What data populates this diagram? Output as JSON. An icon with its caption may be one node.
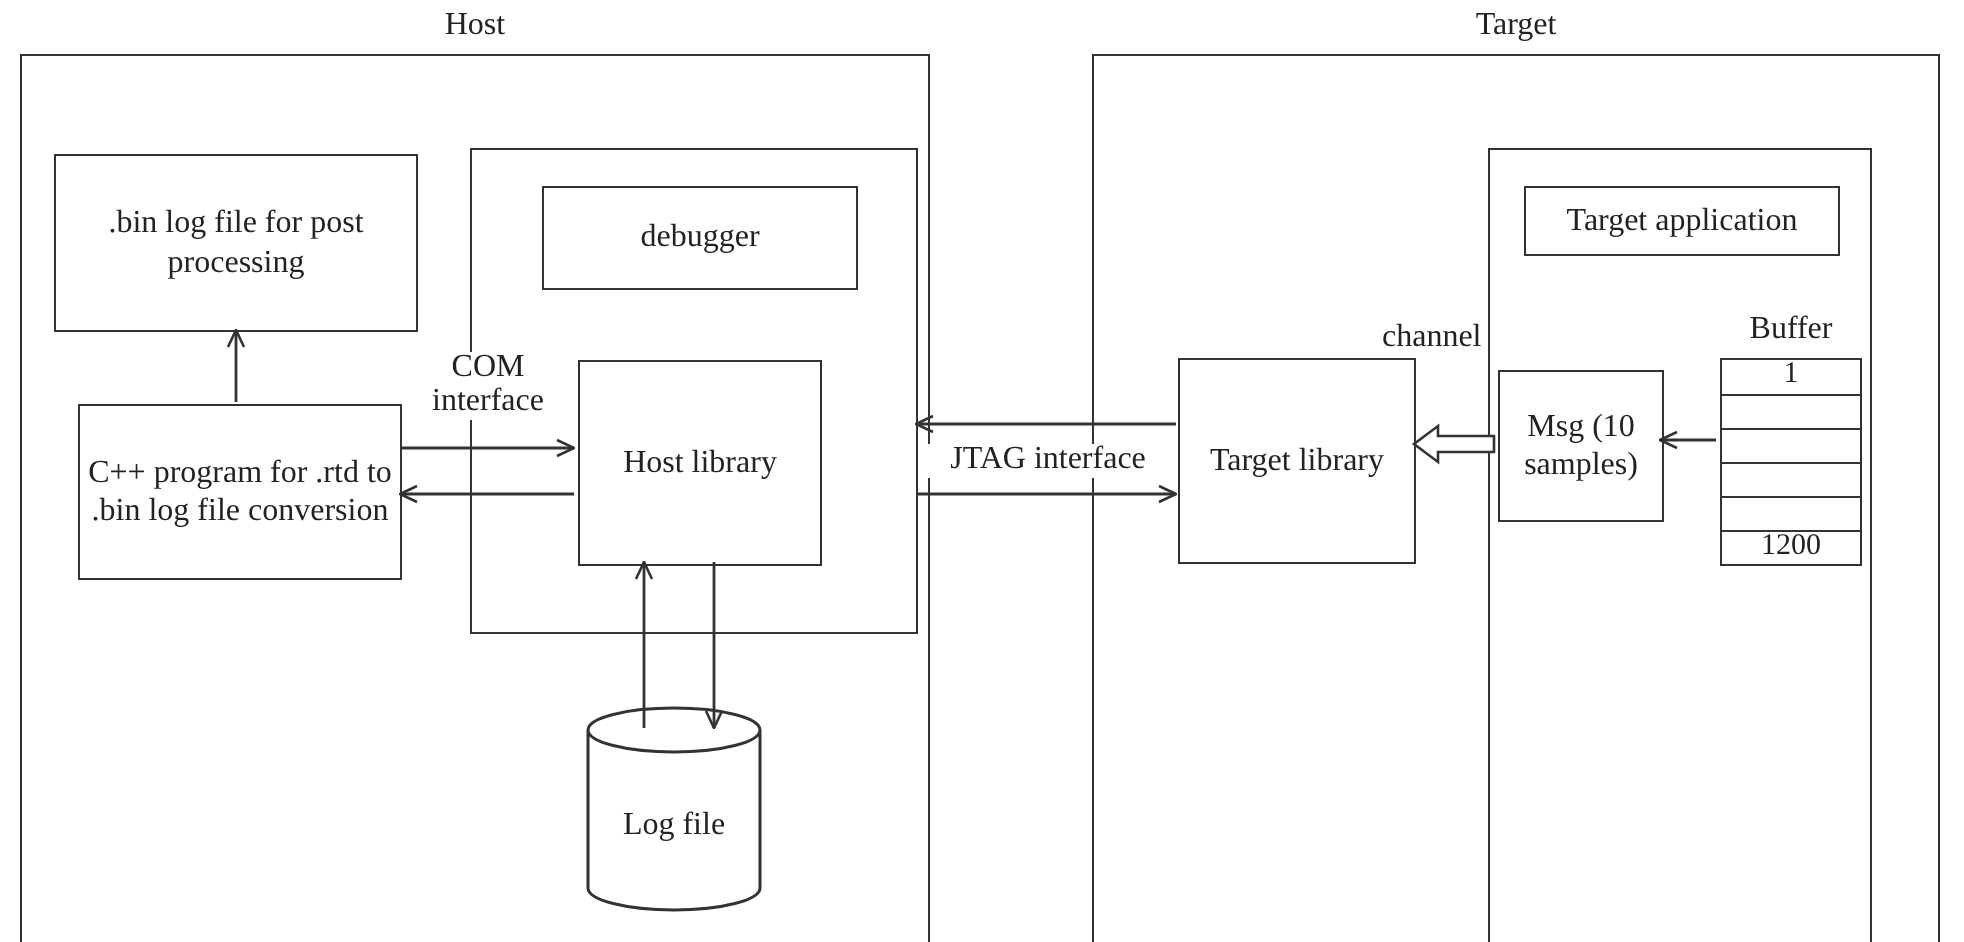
{
  "diagram": {
    "nodes": [
      {
        "text": [
          "Host"
        ]
      },
      {
        "text": [
          ".bin log file for post processing"
        ],
        "in": 0
      },
      {
        "text": [
          "C++ program for .rtd to .bin log file conversion"
        ],
        "in": 0
      },
      {
        "text": [],
        "shape": "box",
        "in": 0
      },
      {
        "text": [
          "debugger"
        ],
        "in": 3
      },
      {
        "text": [
          "Host library"
        ],
        "in": 3
      },
      {
        "text": [
          "Log file"
        ],
        "in": 0
      },
      {
        "text": [
          "Target"
        ]
      },
      {
        "text": [
          "Target library"
        ],
        "in": 7
      },
      {
        "text": [],
        "shape": "box",
        "in": 7
      },
      {
        "text": [
          "Target application"
        ],
        "in": 9
      },
      {
        "text": [
          "Msg (10 samples)"
        ],
        "in": 9,
        "beside": [
          "channel"
        ]
      },
      {
        "text": [
          "Buffer",
          "1",
          "1200"
        ],
        "in": 9
      }
    ],
    "edges": [
      {
        "from": 2,
        "to": 1,
        "arrow": "to"
      },
      {
        "from": 2,
        "to": 5,
        "arrow": "to",
        "label": "COM interface"
      },
      {
        "from": 5,
        "to": 2,
        "arrow": "to"
      },
      {
        "from": 6,
        "to": 5,
        "arrow": "to"
      },
      {
        "from": 5,
        "to": 6,
        "arrow": "to"
      },
      {
        "from": 8,
        "to": 3,
        "arrow": "to"
      },
      {
        "from": 3,
        "to": 8,
        "arrow": "to",
        "label": "JTAG interface"
      },
      {
        "from": 11,
        "to": 8,
        "arrow": "to",
        "style": "thick"
      },
      {
        "from": 12,
        "to": 11,
        "arrow": "to"
      }
    ]
  }
}
